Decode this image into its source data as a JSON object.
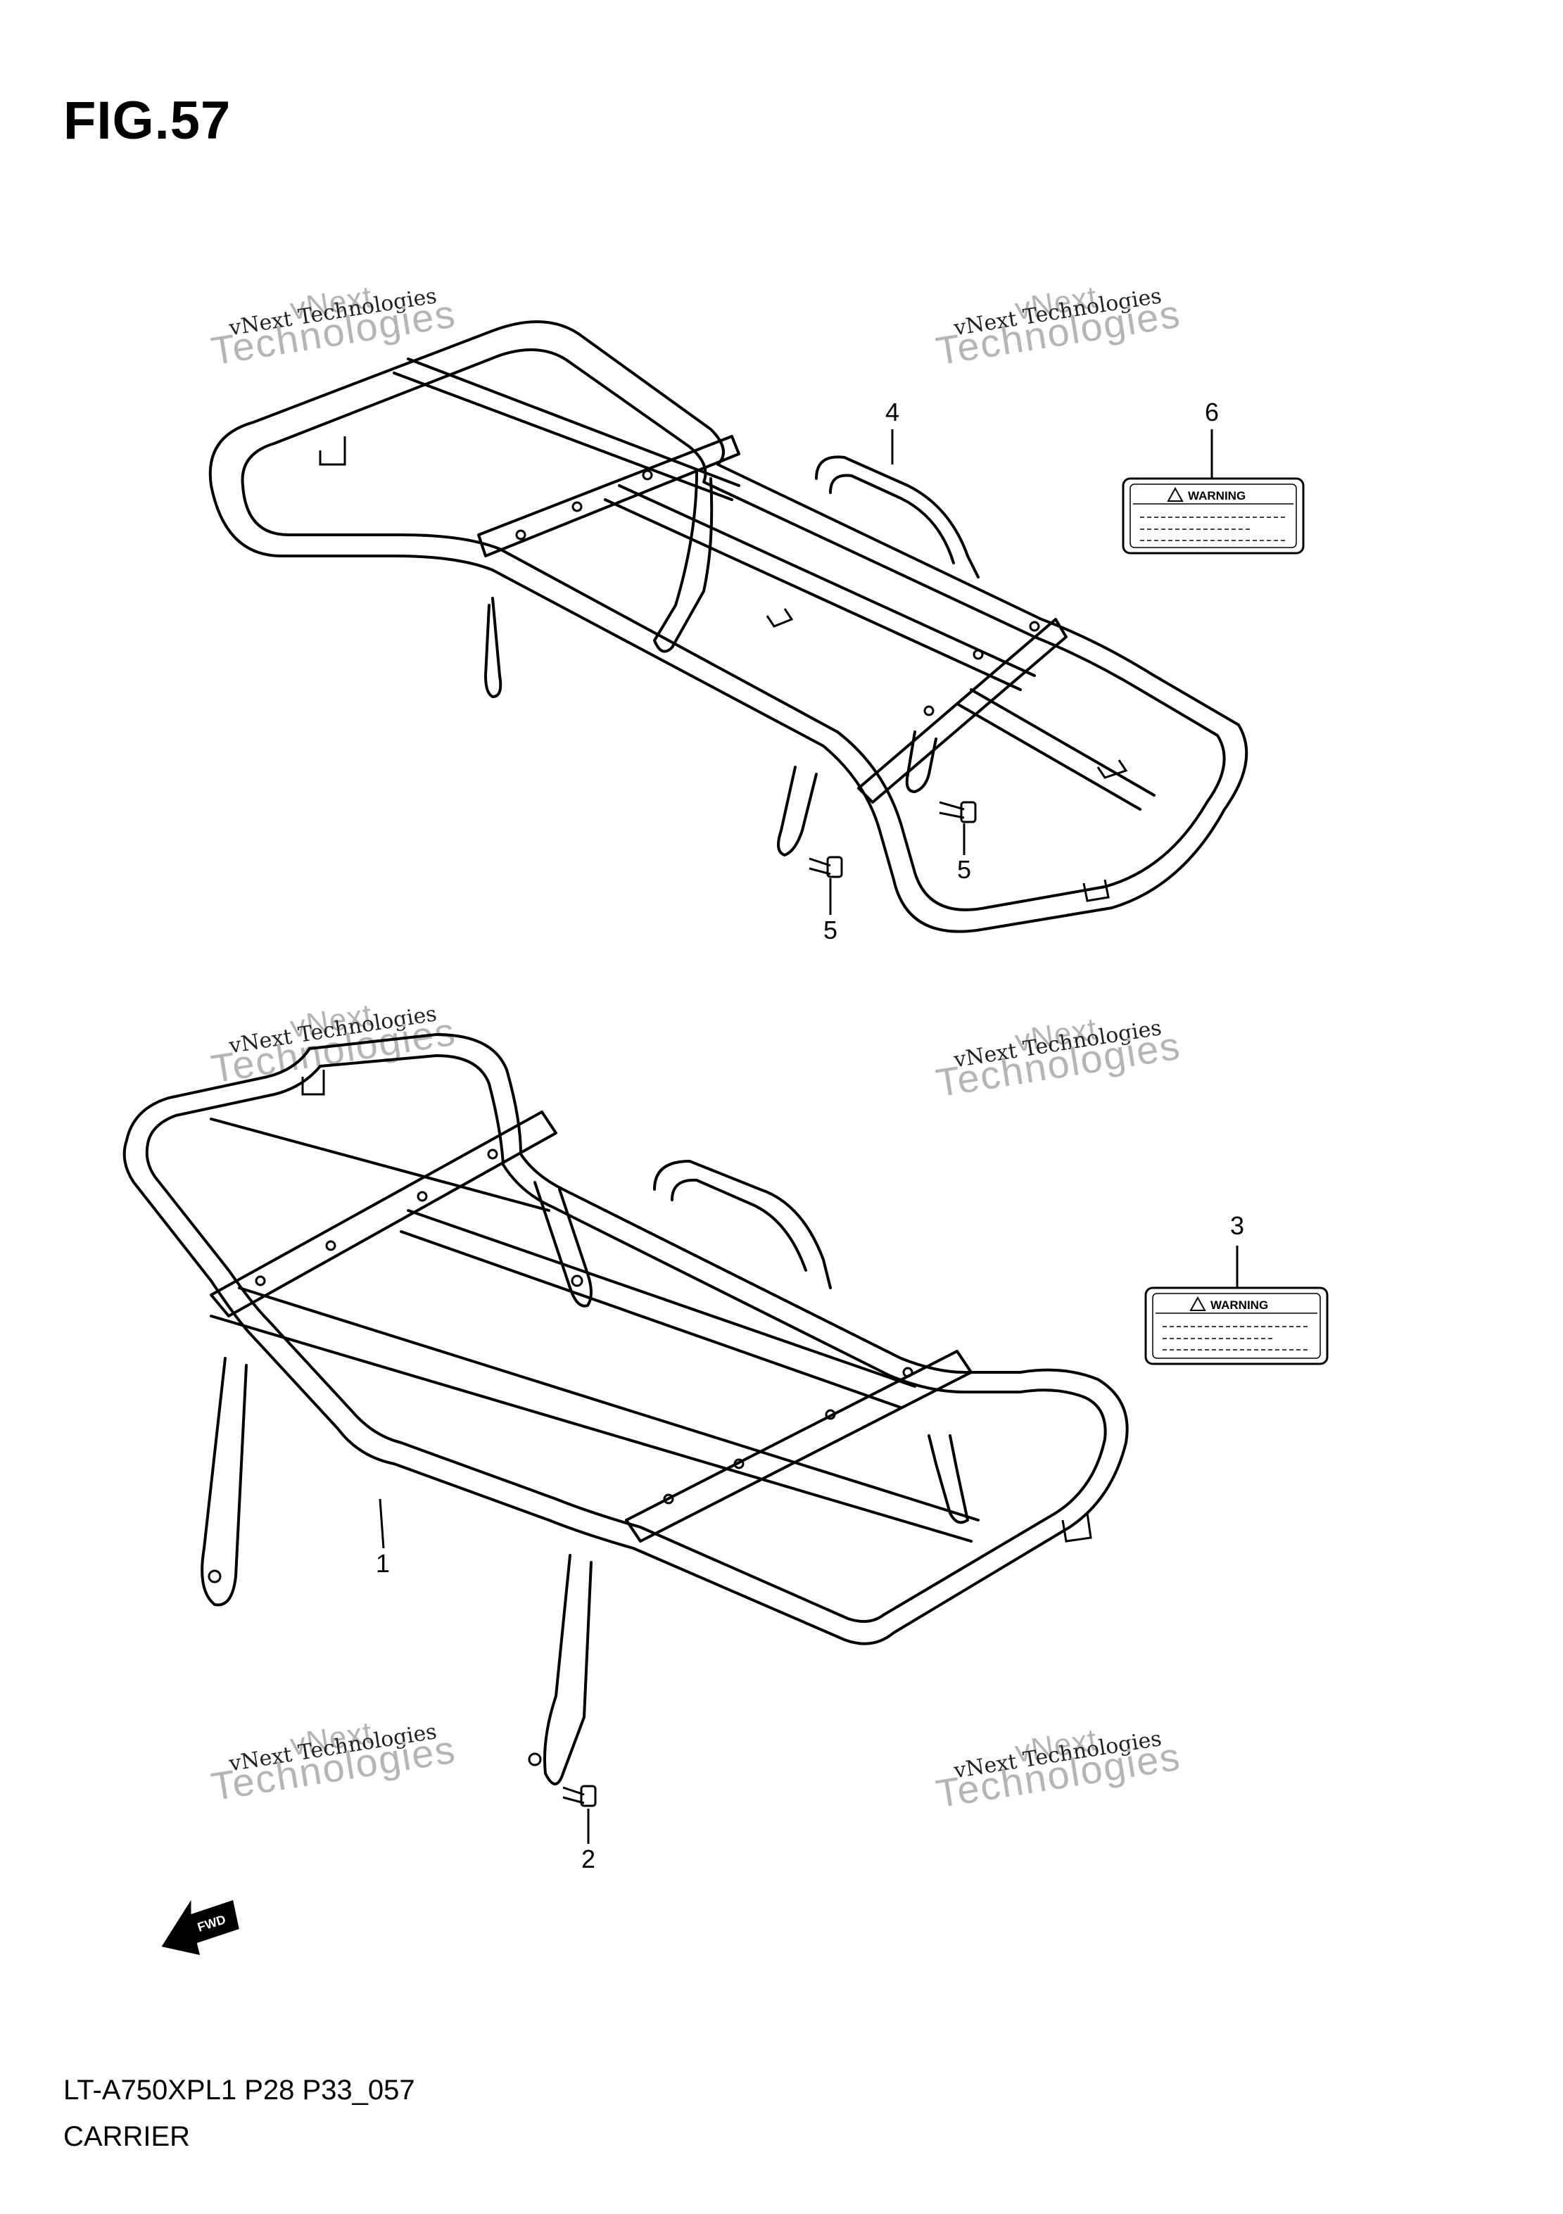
{
  "figure": {
    "title": "FIG.57",
    "model_code": "LT-A750XPL1  P28  P33_057",
    "section_name": "CARRIER"
  },
  "callouts": {
    "c1": "1",
    "c2": "2",
    "c3": "3",
    "c4": "4",
    "c5a": "5",
    "c5b": "5",
    "c6": "6"
  },
  "labels": {
    "warning_text": "WARNING"
  },
  "fwd_arrow": {
    "text": "FWD"
  },
  "watermark": {
    "line1": "vNext",
    "line2": "vNext Technologies",
    "line3": "Technologies"
  },
  "colors": {
    "ink": "#000000",
    "watermark": "#b5b5b5",
    "background": "#ffffff"
  }
}
